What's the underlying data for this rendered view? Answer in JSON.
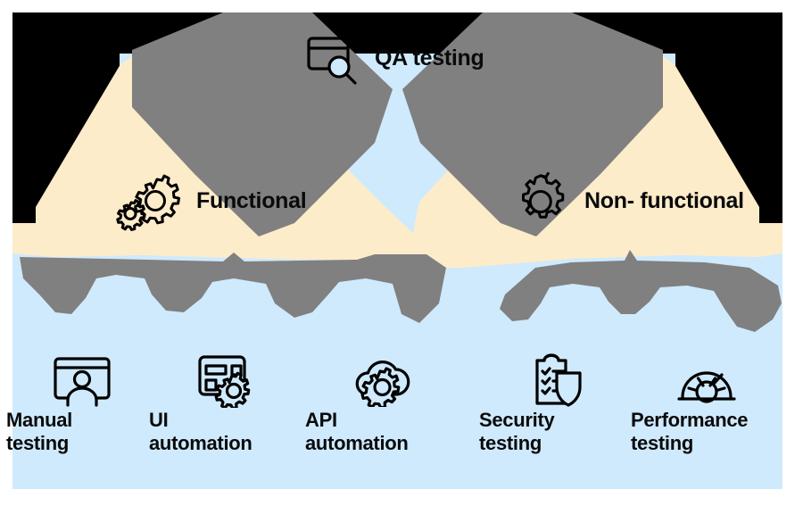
{
  "colors": {
    "background": "#ffffff",
    "canvas": "#cfeafd",
    "branch_fill": "#fdecca",
    "connector": "#808080",
    "root_band": "#000000",
    "text": "#0a0a0a",
    "icon_stroke": "#000000"
  },
  "diagram": {
    "type": "hierarchy-tree",
    "title_node": {
      "id": "qa-testing",
      "label": "QA testing",
      "icon": "browser-search-icon"
    },
    "branches": [
      {
        "id": "functional",
        "label": "Functional",
        "icon": "double-gear-icon",
        "children": [
          "manual-testing",
          "ui-automation",
          "api-automation"
        ]
      },
      {
        "id": "non-functional",
        "label": "Non-\nfunctional",
        "icon": "gear-icon",
        "children": [
          "security-testing",
          "performance-testing"
        ]
      }
    ],
    "leaves": [
      {
        "id": "manual-testing",
        "label": "Manual\ntesting",
        "icon": "monitor-person-icon"
      },
      {
        "id": "ui-automation",
        "label": "UI\nautomation",
        "icon": "window-gear-icon"
      },
      {
        "id": "api-automation",
        "label": "API\nautomation",
        "icon": "cloud-gear-icon"
      },
      {
        "id": "security-testing",
        "label": "Security\ntesting",
        "icon": "clipboard-shield-icon"
      },
      {
        "id": "performance-testing",
        "label": "Performance\ntesting",
        "icon": "gauge-icon"
      }
    ]
  }
}
